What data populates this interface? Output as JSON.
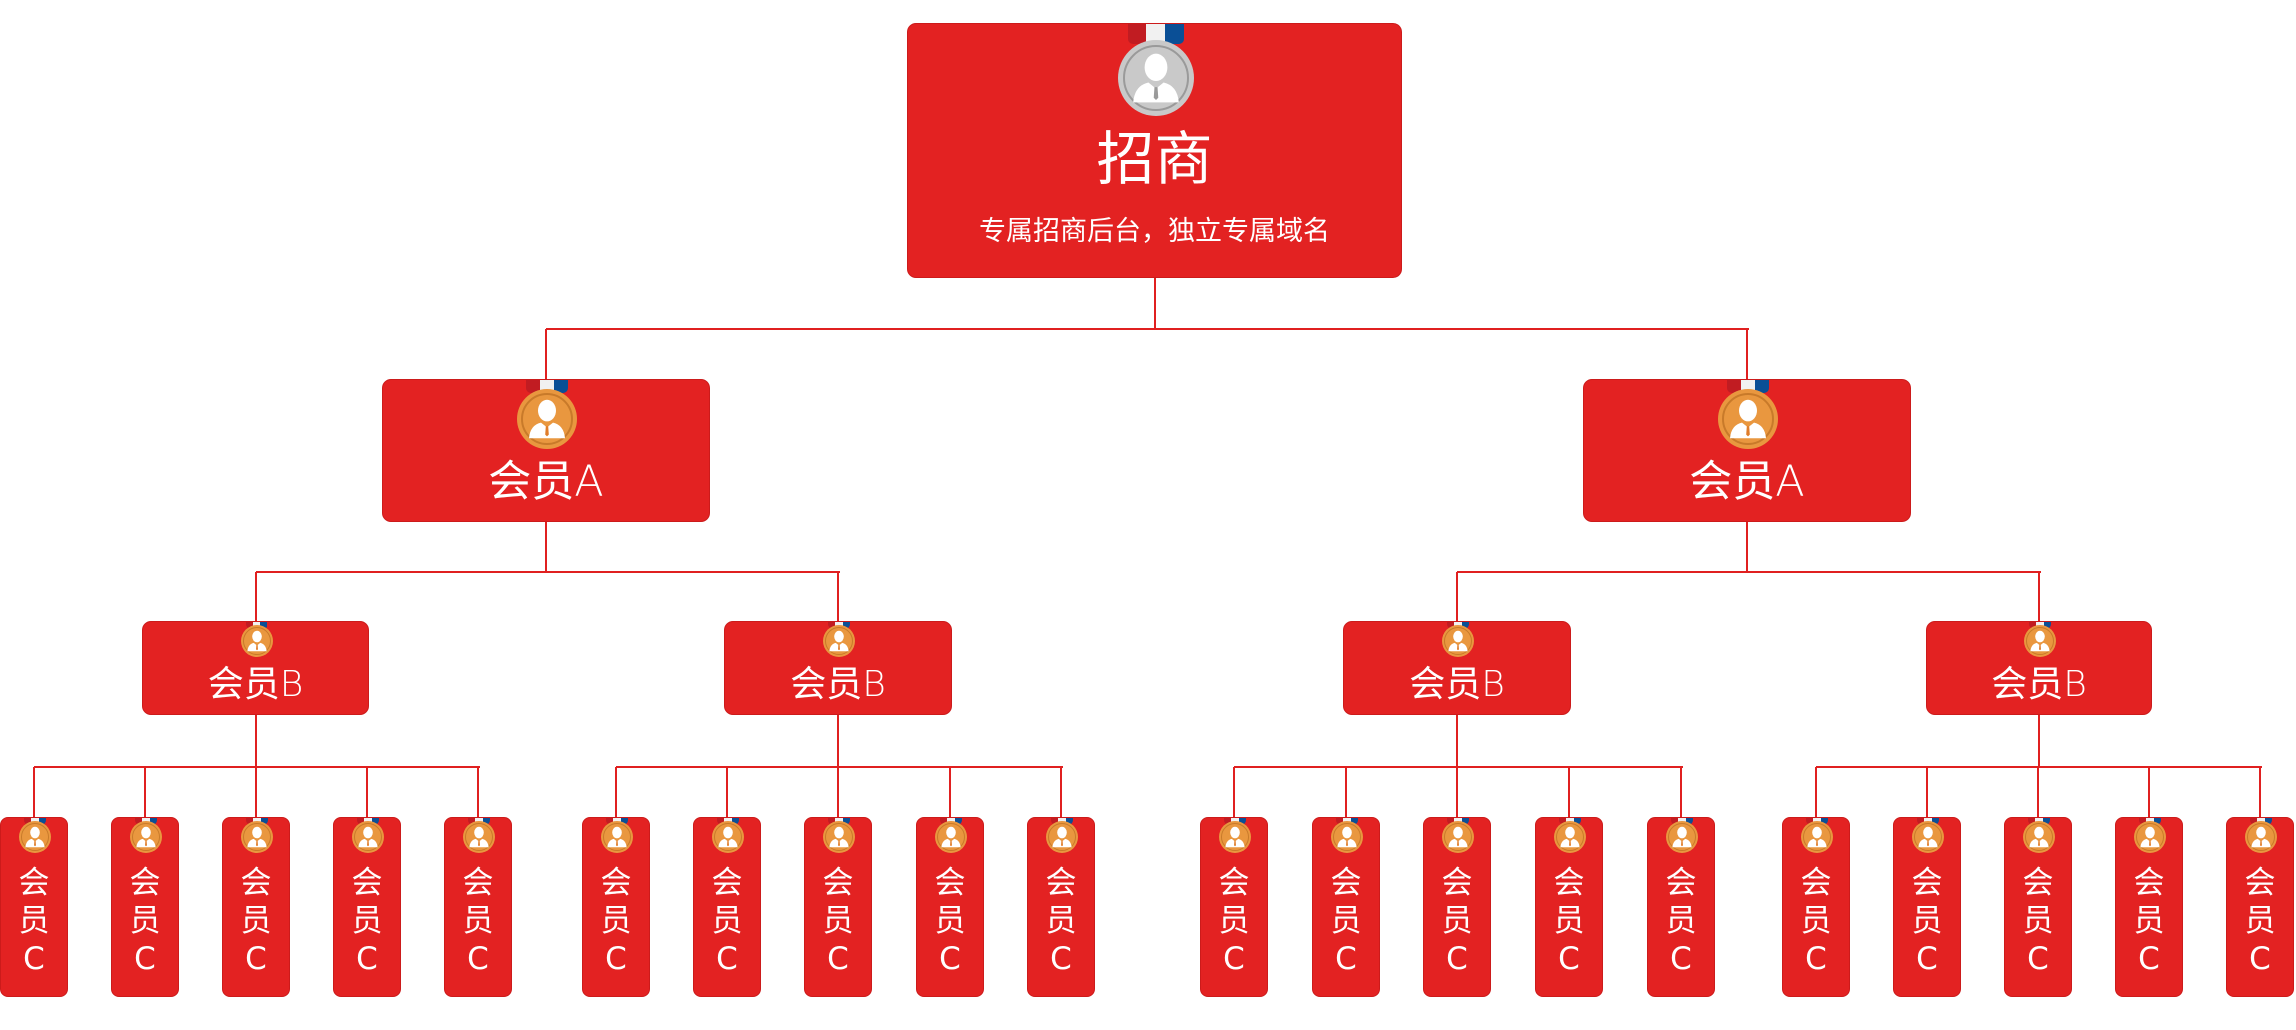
{
  "colors": {
    "node": "#e32222",
    "line": "#e02020",
    "text": "#ffffff",
    "ribbon": [
      "#c11c22",
      "#f1f1f1",
      "#0a4f96"
    ],
    "medal_silver": "#c9c9c9",
    "medal_silver_ring": "#9a9a9a",
    "medal_gold": "#e9973f",
    "medal_gold_ring": "#c87a2a"
  },
  "root": {
    "title": "招商",
    "subtitle": "专属招商后台，独立专属域名",
    "icon": "person-medal-silver-icon"
  },
  "level_a": [
    {
      "label": "会员A",
      "icon": "person-medal-gold-icon"
    },
    {
      "label": "会员A",
      "icon": "person-medal-gold-icon"
    }
  ],
  "level_b": [
    {
      "label": "会员B",
      "icon": "person-medal-gold-icon"
    },
    {
      "label": "会员B",
      "icon": "person-medal-gold-icon"
    },
    {
      "label": "会员B",
      "icon": "person-medal-gold-icon"
    },
    {
      "label": "会员B",
      "icon": "person-medal-gold-icon"
    }
  ],
  "level_c": {
    "label_chars": [
      "会",
      "员",
      "C"
    ],
    "count_per_b": 5,
    "icon": "person-medal-gold-icon"
  }
}
